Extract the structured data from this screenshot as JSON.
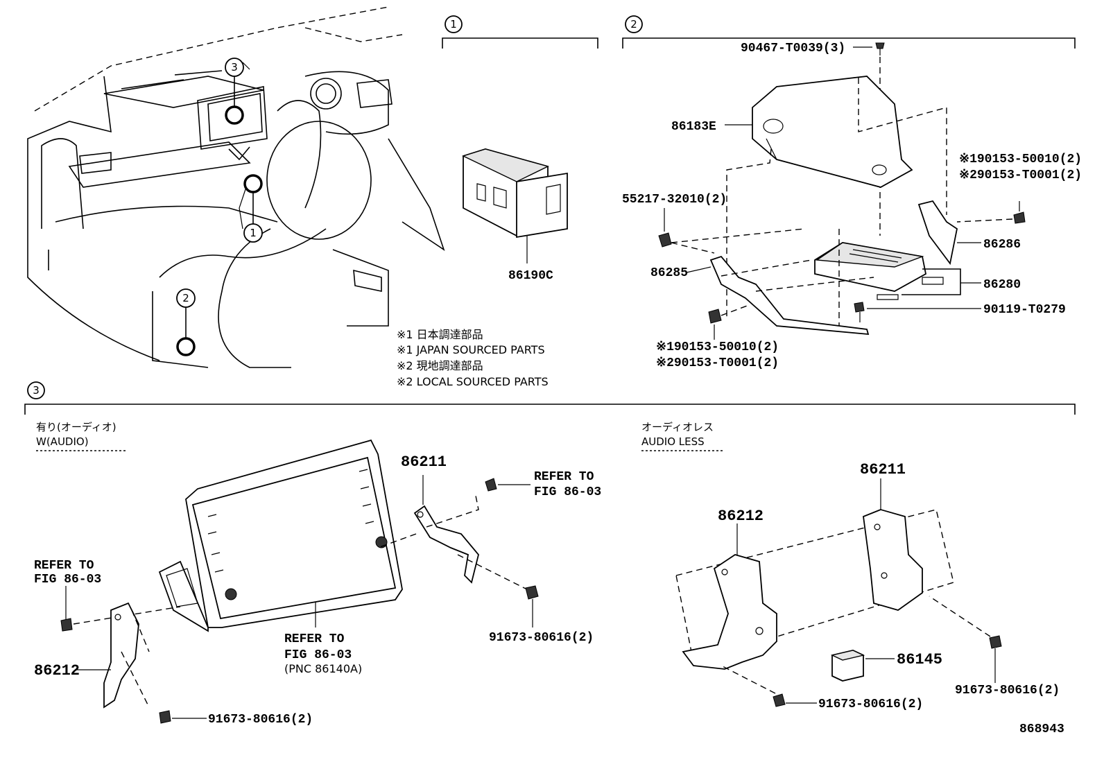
{
  "sections": {
    "s1": "1",
    "s2": "2",
    "s3": "3"
  },
  "overview": {
    "callout_1": "1",
    "callout_2": "2",
    "callout_3": "3"
  },
  "notes": {
    "n1_ja": "※1 日本調達部品",
    "n1_en": "※1 JAPAN SOURCED PARTS",
    "n2_ja": "※2 現地調達部品",
    "n2_en": "※2 LOCAL SOURCED PARTS"
  },
  "part_numbers": {
    "p86190c": "86190C",
    "p90467": "90467-T0039(3)",
    "p86183e": "86183E",
    "p55217": "55217-32010(2)",
    "p_r1_a": "※190153-50010(2)",
    "p_r2_a": "※290153-T0001(2)",
    "p86286": "86286",
    "p86285": "86285",
    "p86280": "86280",
    "p90119": "90119-T0279",
    "p_r1_b": "※190153-50010(2)",
    "p_r2_b": "※290153-T0001(2)"
  },
  "section3": {
    "w_audio_ja": "有り(オーディオ)",
    "w_audio_en": "W(AUDIO)",
    "audio_less_ja": "オーディオレス",
    "audio_less_en": "AUDIO LESS",
    "left": {
      "p86211": "86211",
      "refer_to_1": "REFER TO",
      "fig_1": "FIG 86-03",
      "refer_to_2": "REFER TO",
      "fig_2": "FIG 86-03",
      "refer_to_3": "REFER TO",
      "fig_3": "FIG 86-03",
      "pnc": "(PNC 86140A)",
      "p91673_a": "91673-80616(2)",
      "p86212": "86212",
      "p91673_b": "91673-80616(2)"
    },
    "right": {
      "p86211": "86211",
      "p86212": "86212",
      "p86145": "86145",
      "p91673_a": "91673-80616(2)",
      "p91673_b": "91673-80616(2)"
    }
  },
  "figure_id": "868943"
}
